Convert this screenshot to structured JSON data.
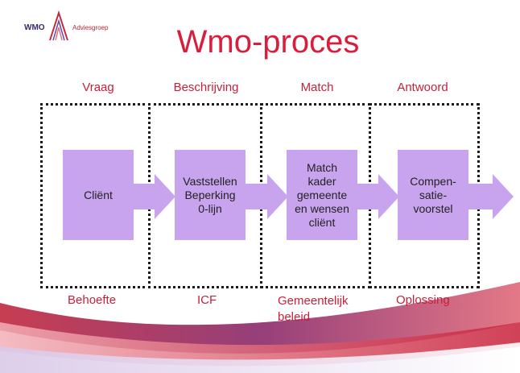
{
  "logo": {
    "wmo": "WMO",
    "text": "Adviesgroep"
  },
  "title": "Wmo-proces",
  "columns": [
    {
      "head": "Vraag",
      "box": "Cliënt",
      "foot": "Behoefte"
    },
    {
      "head": "Beschrijving",
      "box": "Vaststellen Beperking 0-lijn",
      "box_lines": [
        "Vaststellen",
        "Beperking",
        "0-lijn"
      ],
      "foot": "ICF"
    },
    {
      "head": "Match",
      "box": "Match kader gemeente en wensen cliënt",
      "box_lines": [
        "Match",
        "kader",
        "gemeente",
        "en wensen",
        "cliënt"
      ],
      "foot": "Gemeentelijk beleid",
      "foot_lines": [
        "Gemeentelijk",
        "beleid"
      ]
    },
    {
      "head": "Antwoord",
      "box": "Compen-satie-voorstel",
      "box_lines": [
        "Compen-",
        "satie-",
        "voorstel"
      ],
      "foot": "Oplossing"
    }
  ],
  "colors": {
    "title": "#d81e3c",
    "labels": "#c8203a",
    "box": "#c8a4ef",
    "arrow": "#c8a4ef",
    "dots": "#1a1a1a"
  }
}
